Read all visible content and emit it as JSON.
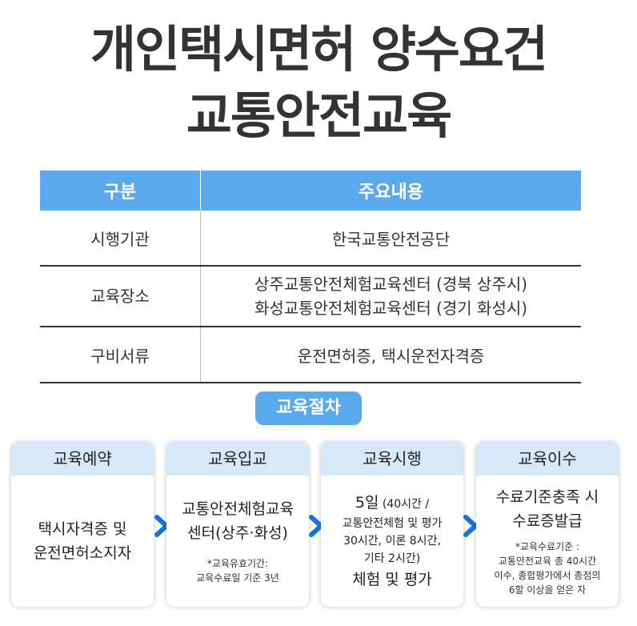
{
  "title_line1": "개인택시면허 양수요건",
  "title_line2": "교통안전교육",
  "table": {
    "header": [
      "구분",
      "주요내용"
    ],
    "rows": [
      {
        "label": "시행기관",
        "content": [
          "한국교통안전공단"
        ]
      },
      {
        "label": "교육장소",
        "content": [
          "상주교통안전체험교육센터 (경북 상주시)",
          "화성교통안전체험교육센터 (경기 화성시)"
        ]
      },
      {
        "label": "구비서류",
        "content": [
          "운전면허증, 택시운전자격증"
        ]
      }
    ]
  },
  "procedure_label": "교육절차",
  "steps": [
    {
      "title": "교육예약",
      "main": [
        "택시자격증 및",
        "운전면허소지자"
      ]
    },
    {
      "title": "교육입교",
      "main": [
        "교통안전체험교육",
        "센터(상주·화성)"
      ],
      "note": [
        "*교육유효기간:",
        "교육수료일 기준 3년"
      ]
    },
    {
      "title": "교육시행",
      "main_top": "5일",
      "main_top_paren": " (40시간 /",
      "detail": [
        "교통안전체험 및 평가",
        "30시간, 이론 8시간,",
        "기타 2시간)"
      ],
      "main_bottom": "체험 및 평가"
    },
    {
      "title": "교육이수",
      "main": [
        "수료기준충족 시",
        "수료증발급"
      ],
      "note": [
        "*교육수료기준 :",
        "교통안전교육 총 40시간",
        "이수, 종합평가에서 총점의",
        "6할 이상을 얻은 자"
      ]
    }
  ],
  "colors": {
    "accent": "#5aa9ee",
    "card_header": "#d6e9fb",
    "arrow": "#1a73d9"
  },
  "icons": [
    "chevron-right-icon"
  ]
}
